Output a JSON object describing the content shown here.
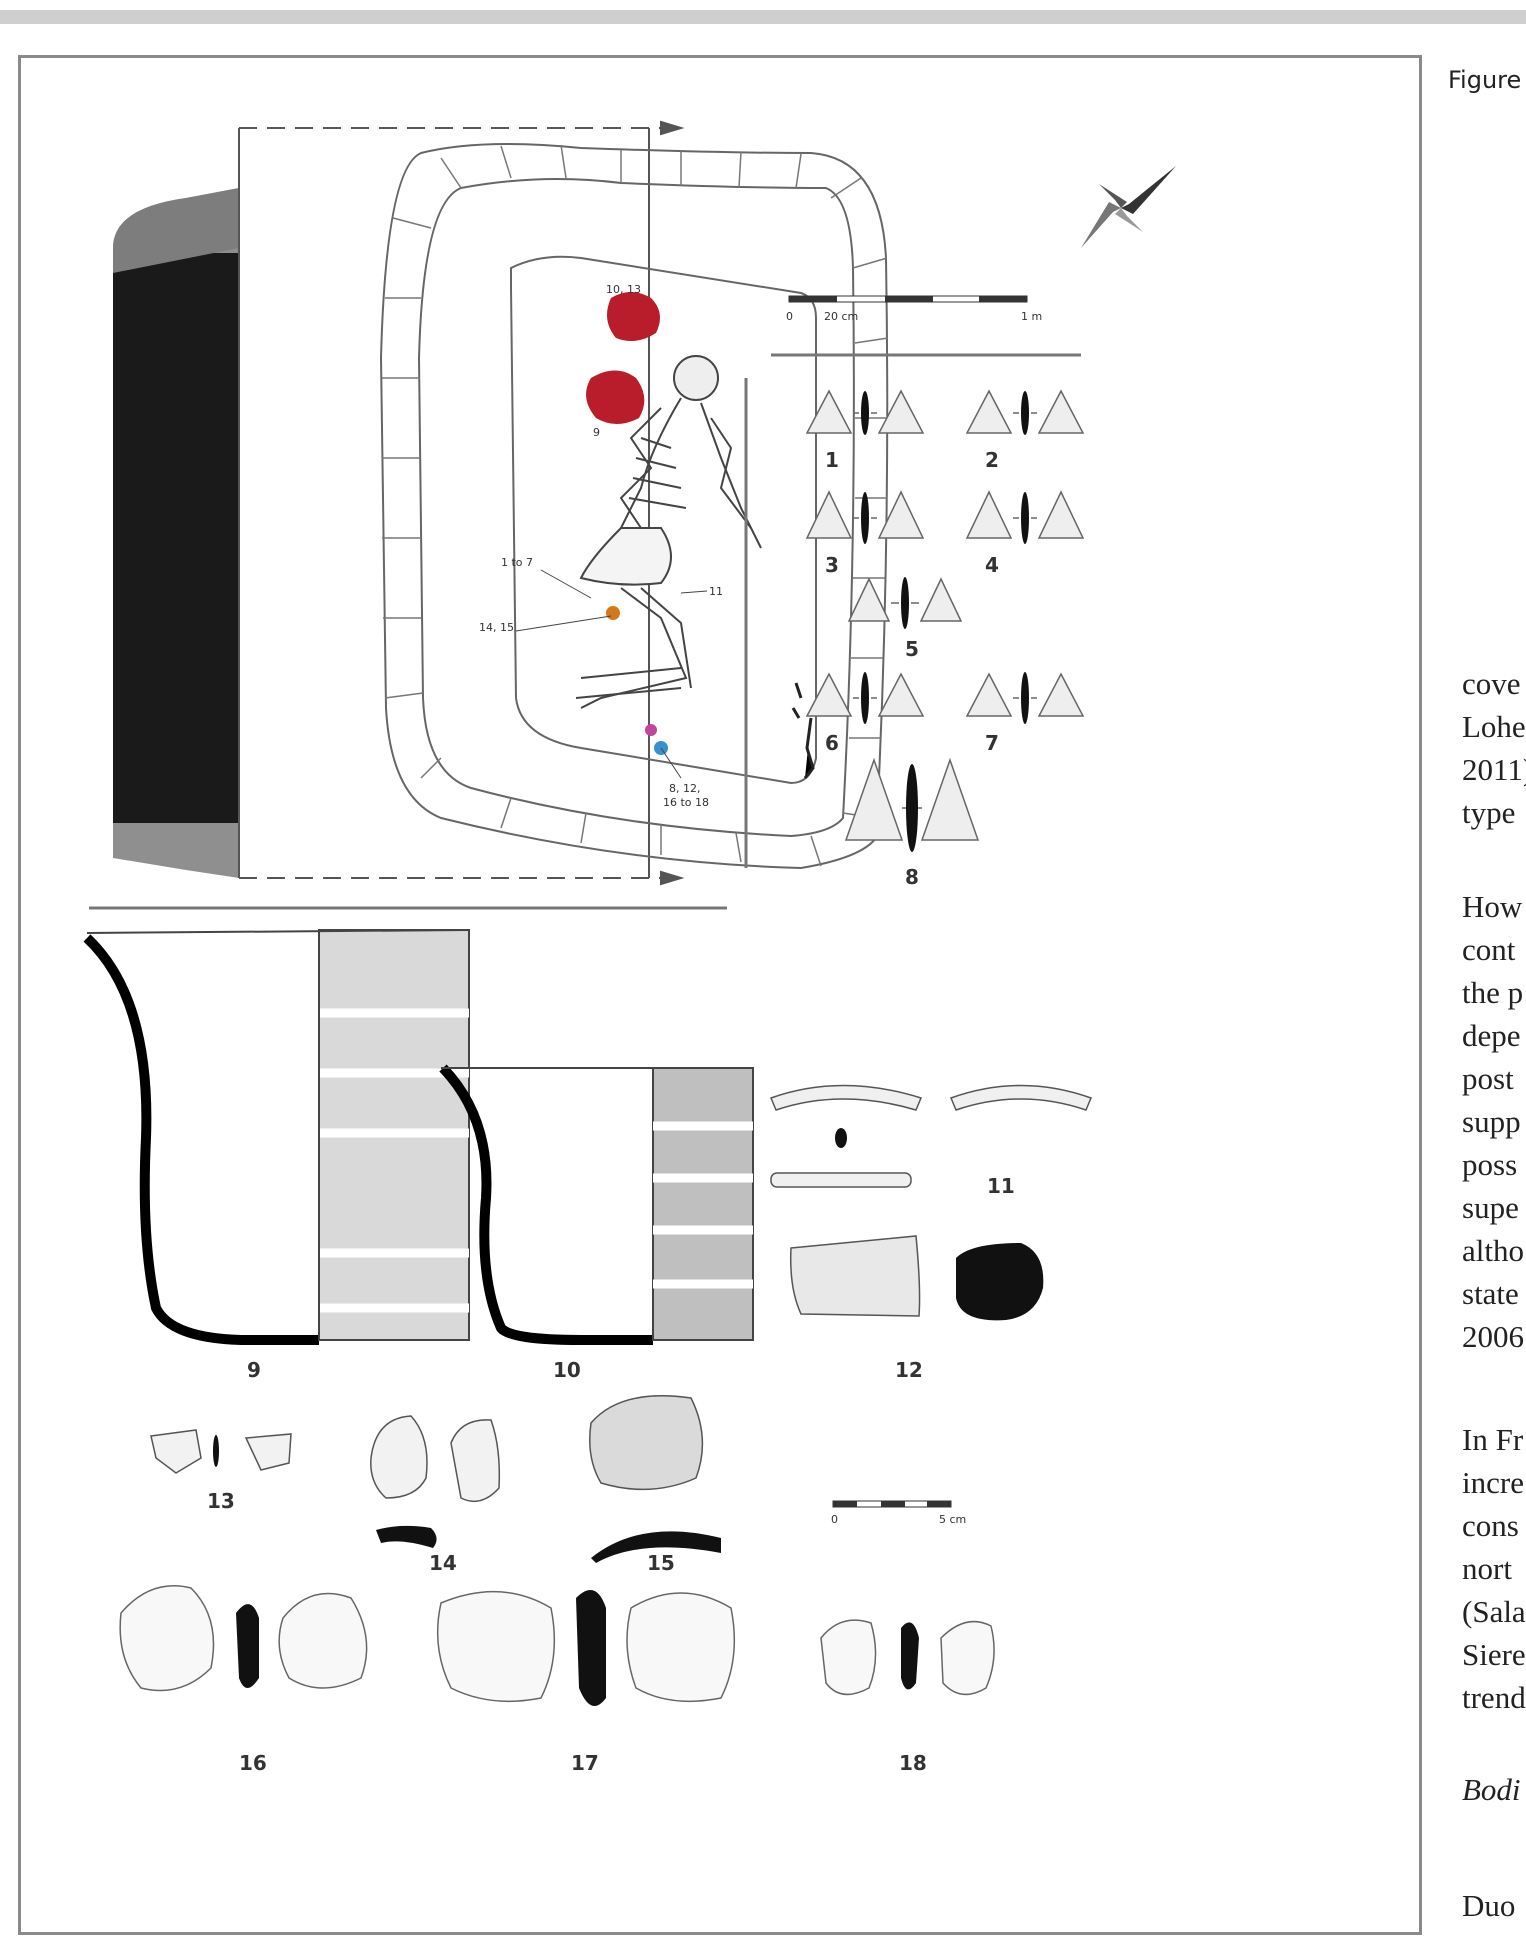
{
  "caption": {
    "figure_label": "Figure"
  },
  "plan": {
    "label_10_13": "10, 13",
    "label_9": "9",
    "label_1_to_7": "1 to 7",
    "label_11": "11",
    "label_14_15": "14, 15",
    "label_8_12_line1": "8, 12,",
    "label_8_12_line2": "16 to 18"
  },
  "scale_large": {
    "zero": "0",
    "mid": "20 cm",
    "end": "1 m"
  },
  "scale_small": {
    "zero": "0",
    "end": "5 cm"
  },
  "artifact_numbers": [
    "1",
    "2",
    "3",
    "4",
    "5",
    "6",
    "7",
    "8",
    "9",
    "10",
    "11",
    "12",
    "13",
    "14",
    "15",
    "16",
    "17",
    "18"
  ],
  "body_text": {
    "para1": [
      "cove",
      "Lohe",
      "2011)",
      "type"
    ],
    "para2": [
      "How",
      "cont",
      "the p",
      "depe",
      "post",
      "supp",
      "poss",
      "supe",
      "altho",
      "state",
      "2006"
    ],
    "para3": [
      "In Fr",
      "incre",
      "cons",
      "nort",
      "(Sala",
      "Siere",
      "trend"
    ],
    "heading": "Bodi",
    "para4": [
      "Duo"
    ]
  }
}
